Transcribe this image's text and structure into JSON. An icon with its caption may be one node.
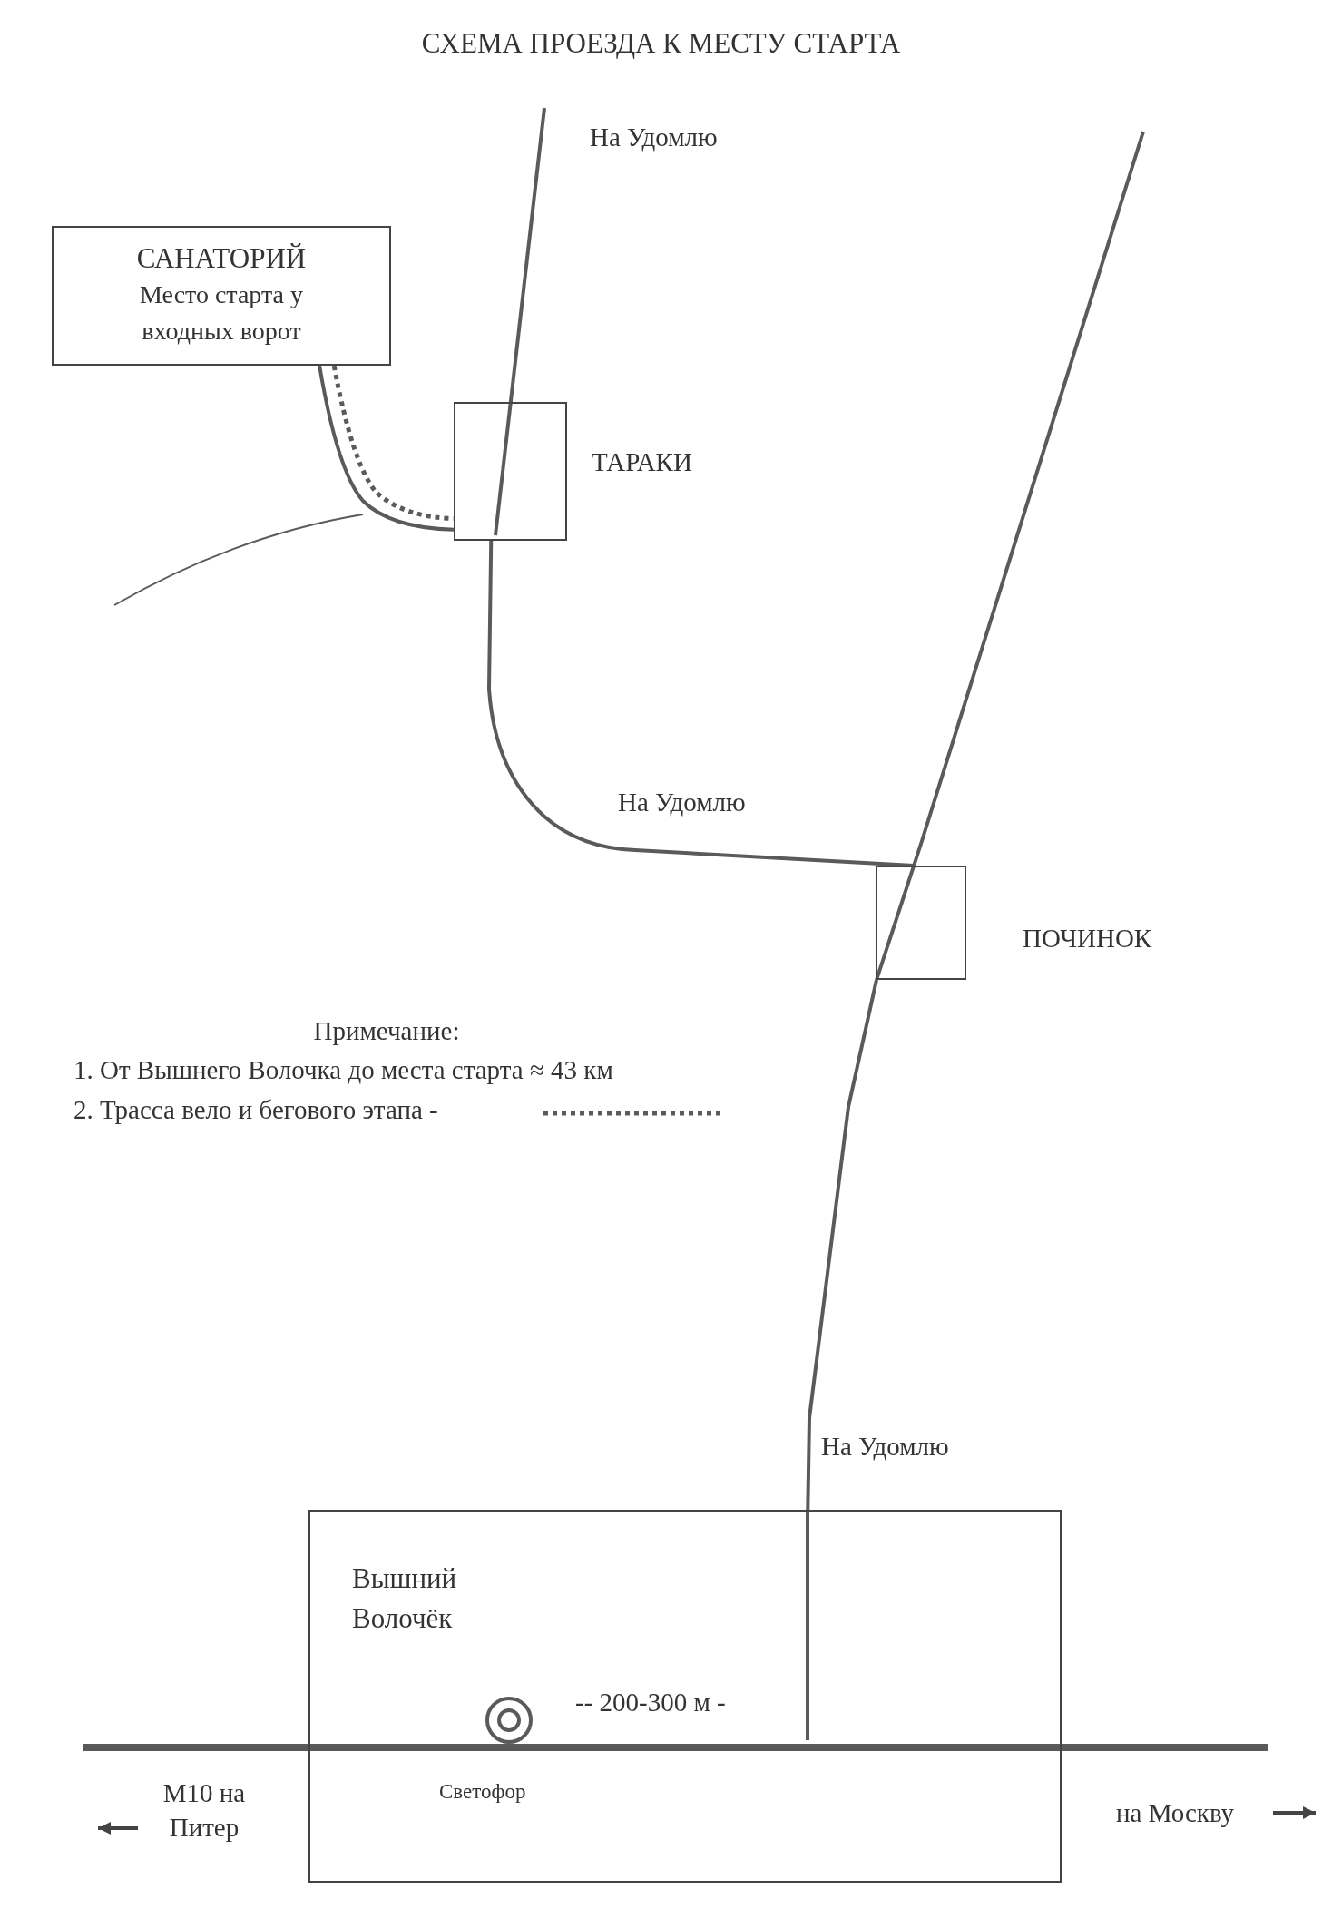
{
  "diagram": {
    "title": "СХЕМА ПРОЕЗДА К МЕСТУ СТАРТА",
    "nodes": [
      {
        "text": [
          "САНАТОРИЙ",
          "Место старта у входных ворот"
        ]
      },
      {
        "text": [],
        "shape": "box",
        "beside": [
          "ТАРАКИ"
        ]
      },
      {
        "text": [],
        "shape": "box",
        "beside": [
          "ПОЧИНОК"
        ]
      },
      {
        "text": [
          "Вышний Волочёк"
        ]
      }
    ],
    "edges": [
      {
        "from": 0,
        "to": 1,
        "arrow": "none"
      },
      {
        "from": 0,
        "to": 1,
        "arrow": "none",
        "style": "dashed"
      },
      {
        "from": 1,
        "to": 2,
        "arrow": "none"
      },
      {
        "from": 2,
        "to": 3,
        "arrow": "none"
      }
    ],
    "labels": [
      "На Удомлю",
      "На Удомлю",
      "Примечание:",
      "1. От Вышнего Волочка до места старта ≈ 43 км",
      "На Удомлю",
      "-- 200-300 м -",
      "Светофор",
      "M10 на Питер",
      "на Москву"
    ],
    "legend": [
      {
        "text": "2. Трасса вело и бегового этапа -"
      }
    ]
  }
}
